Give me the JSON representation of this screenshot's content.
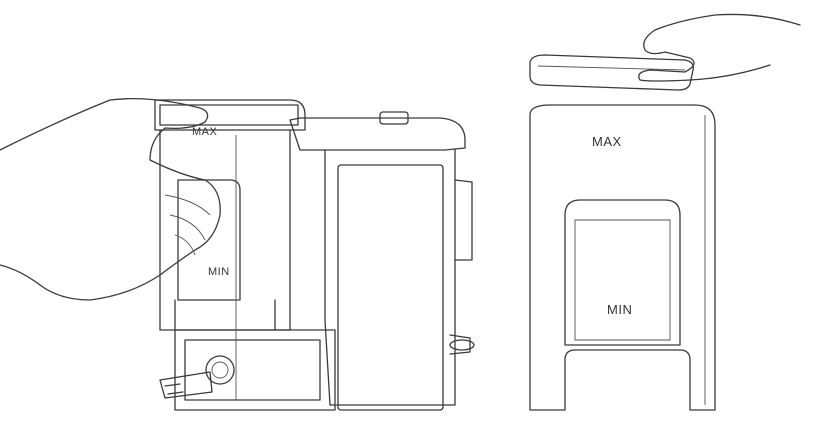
{
  "left_illustration": {
    "max_label": "MAX",
    "min_label": "MIN"
  },
  "right_illustration": {
    "max_label": "MAX",
    "min_label": "MIN"
  },
  "colors": {
    "line": "#3a3a3a",
    "background": "#ffffff"
  }
}
